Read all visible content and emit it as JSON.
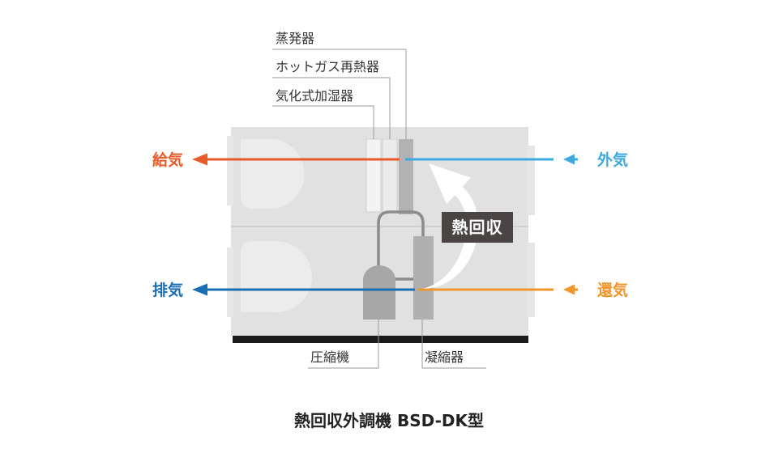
{
  "title": "熱回収外調機 BSD-DK型",
  "components": {
    "evaporator": "蒸発器",
    "hot_gas_reheater": "ホットガス再熱器",
    "humidifier": "気化式加湿器",
    "compressor": "圧縮機",
    "condenser": "凝縮器"
  },
  "airflows": {
    "supply": {
      "label": "給気",
      "color": "#e85a2a"
    },
    "outside": {
      "label": "外気",
      "color": "#3da9de"
    },
    "exhaust": {
      "label": "排気",
      "color": "#1b6db4"
    },
    "return": {
      "label": "還気",
      "color": "#f0962c"
    }
  },
  "heat_recovery": {
    "label": "熱回収",
    "color": "#4b4444"
  }
}
